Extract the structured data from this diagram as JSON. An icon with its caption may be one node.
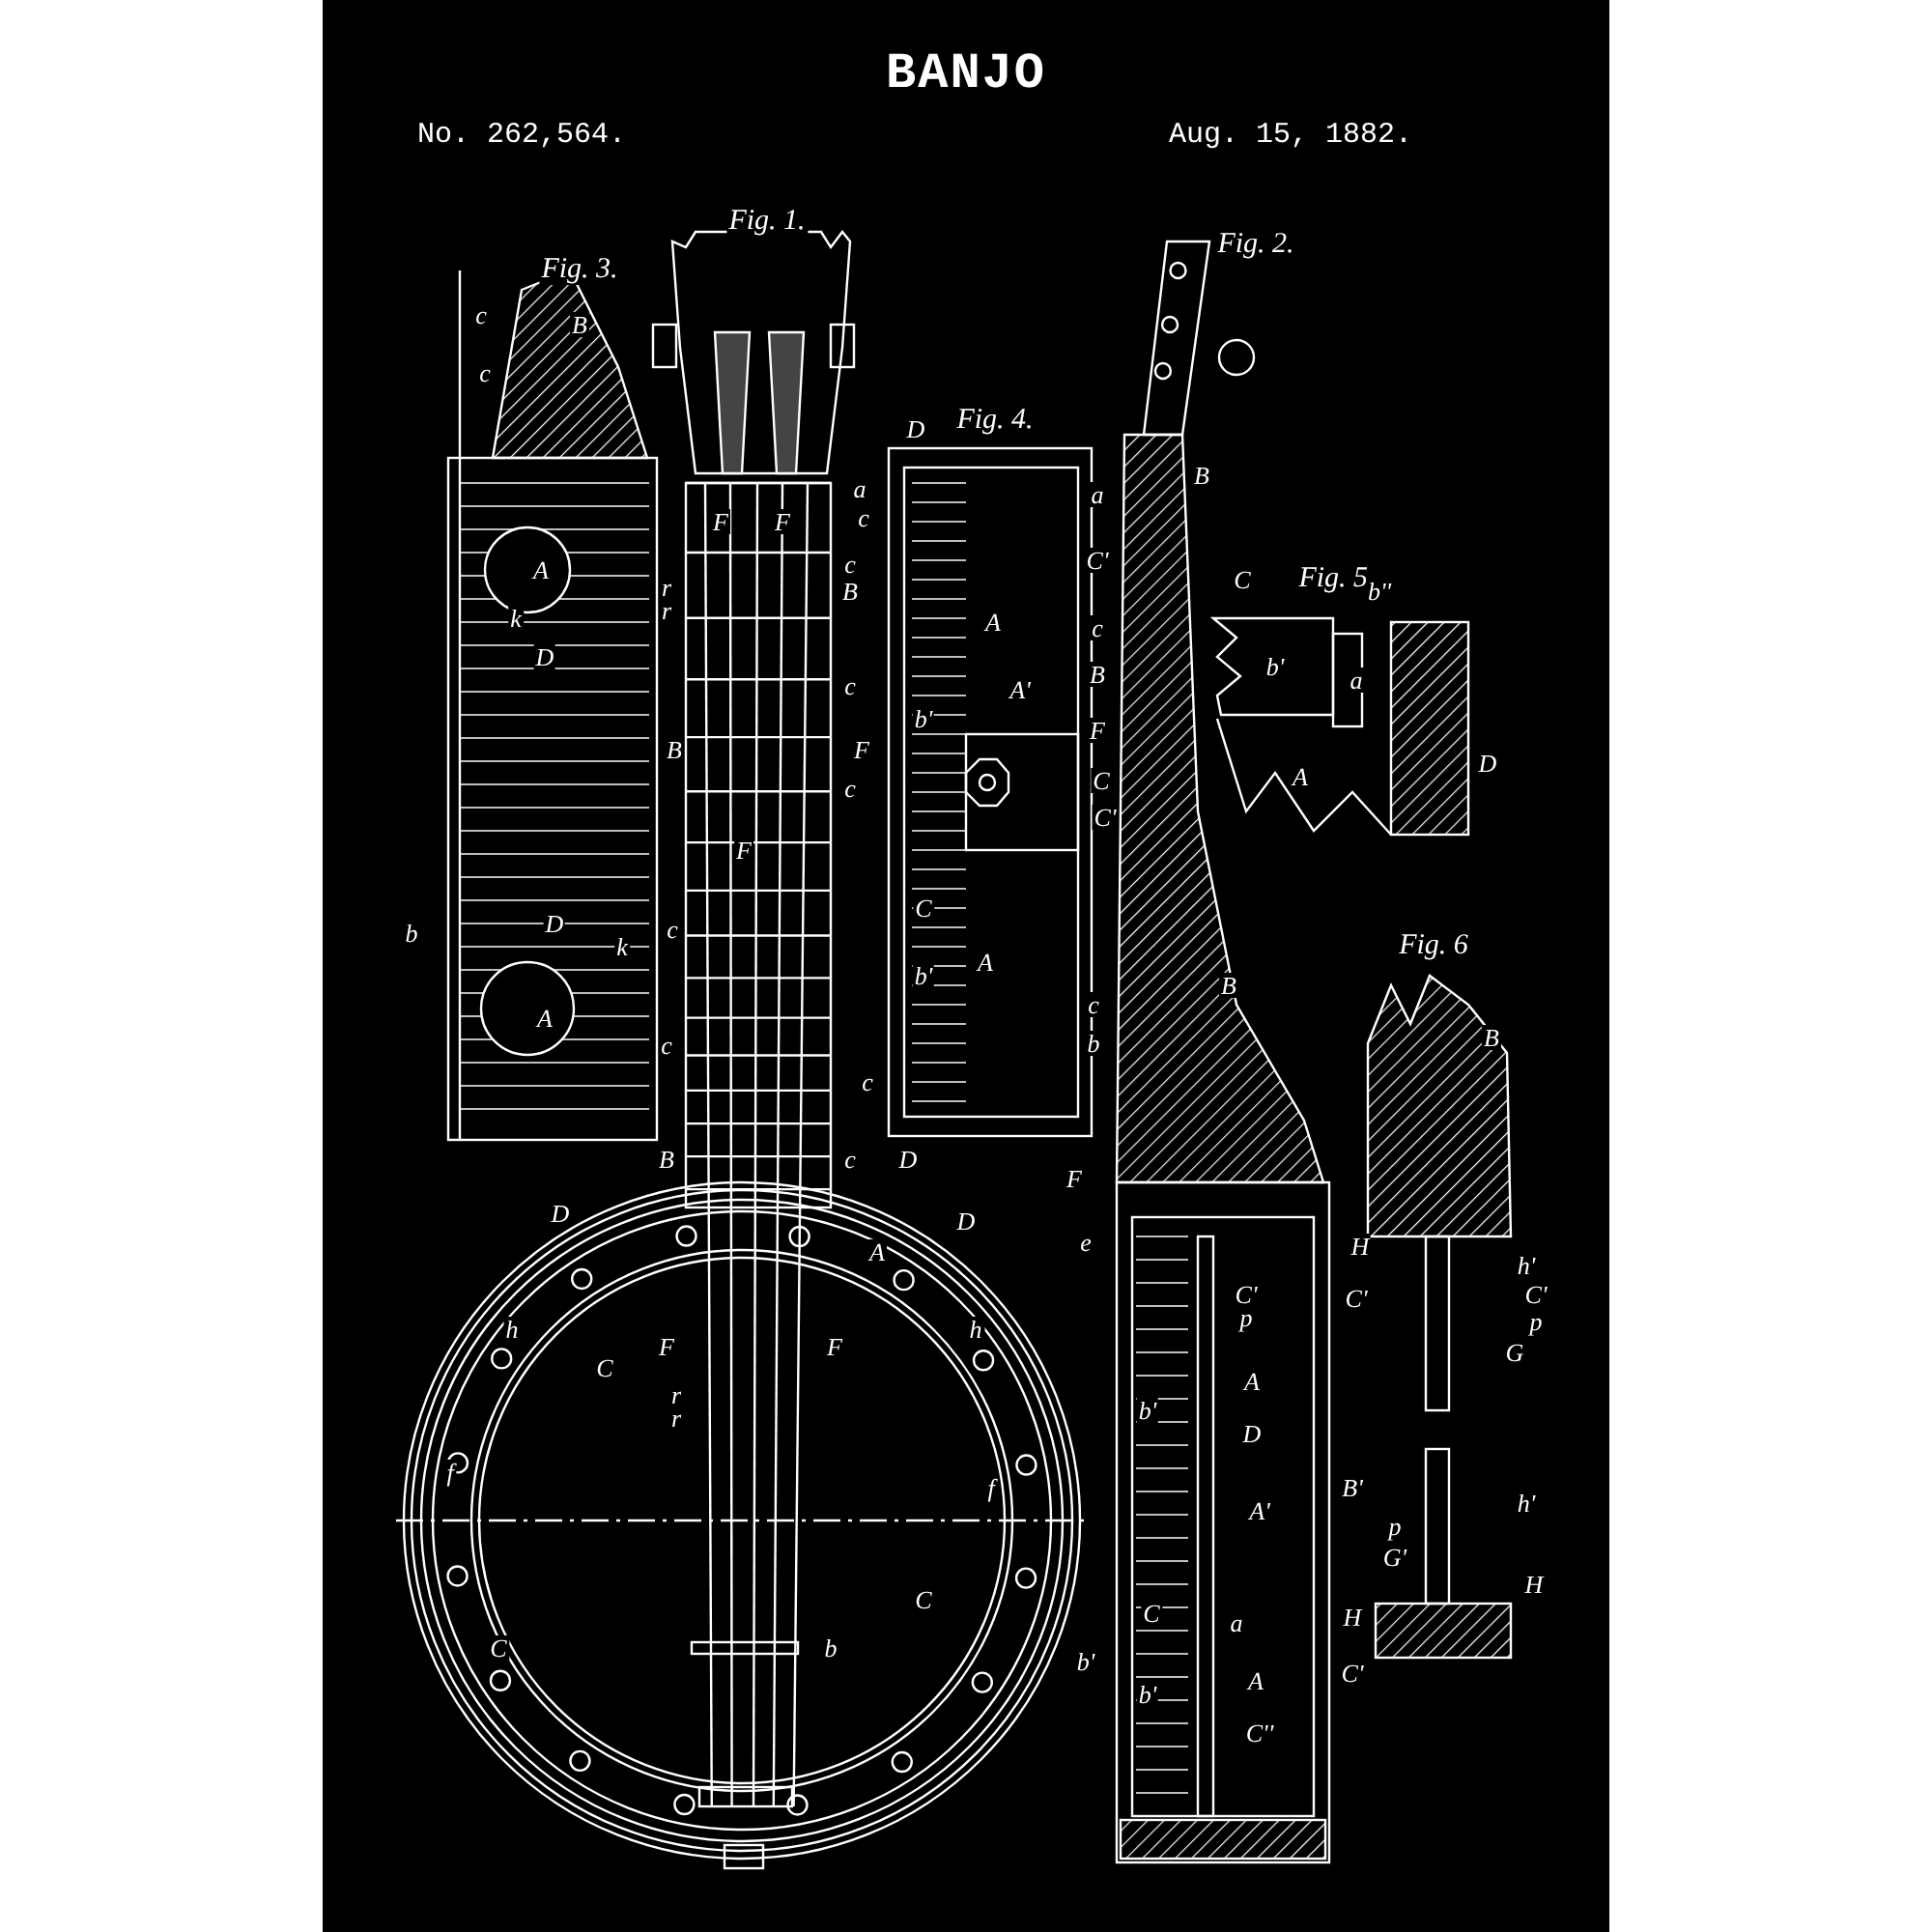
{
  "diagram": {
    "title": "BANJO",
    "labels": [
      "No. 262,564.",
      "Aug. 15, 1882.",
      "Fig. 1.",
      "Fig. 3.",
      "Fig. 2.",
      "Fig. 4.",
      "Fig. 5.",
      "Fig. 6",
      "c",
      "B",
      "c",
      "A",
      "k",
      "D",
      "B",
      "b",
      "D",
      "k",
      "A",
      "a",
      "F",
      "F",
      "c",
      "B",
      "r",
      "r",
      "c",
      "c",
      "F",
      "c",
      "c",
      "B",
      "c",
      "D",
      "c",
      "A",
      "A'",
      "b'",
      "F",
      "C",
      "C'",
      "C",
      "A",
      "b'",
      "c",
      "D",
      "a",
      "B",
      "C'",
      "c",
      "B",
      "F",
      "c",
      "B",
      "b",
      "C",
      "b'",
      "b''",
      "A",
      "D",
      "a",
      "B",
      "H",
      "h'",
      "C'",
      "p",
      "G",
      "p",
      "h'",
      "G'",
      "H",
      "H",
      "D",
      "D",
      "A",
      "h",
      "h",
      "C",
      "F",
      "F",
      "r",
      "r",
      "f",
      "f",
      "C",
      "b",
      "C",
      "F",
      "e",
      "C'",
      "p",
      "C'",
      "A",
      "D",
      "A'",
      "B'",
      "b'",
      "C",
      "a",
      "b'",
      "A",
      "C''",
      "C'",
      "b'"
    ]
  }
}
